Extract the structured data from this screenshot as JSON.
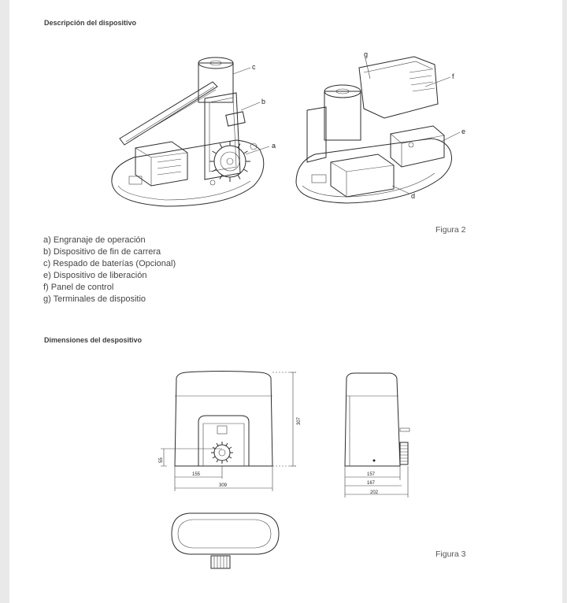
{
  "section1": {
    "title": "Descripción del dispositivo"
  },
  "figure2": {
    "label": "Figura 2",
    "callouts": {
      "a": "a",
      "b": "b",
      "c": "c",
      "d": "d",
      "e": "e",
      "f": "f",
      "g": "g"
    }
  },
  "legend": [
    "a) Engranaje de operación",
    "b) Dispositivo de fin de carrera",
    "c) Respado de baterías (Opcional)",
    "e) Dispositivo de liberación",
    "f) Panel de control",
    "g) Terminales de dispositio"
  ],
  "section2": {
    "title": "Dimensiones del despositivo"
  },
  "figure3": {
    "label": "Figura 3",
    "dimensions": {
      "height": "307",
      "gear_height": "55",
      "gear_offset": "155",
      "width": "309",
      "depth_a": "157",
      "depth_b": "167",
      "depth_c": "202"
    }
  }
}
